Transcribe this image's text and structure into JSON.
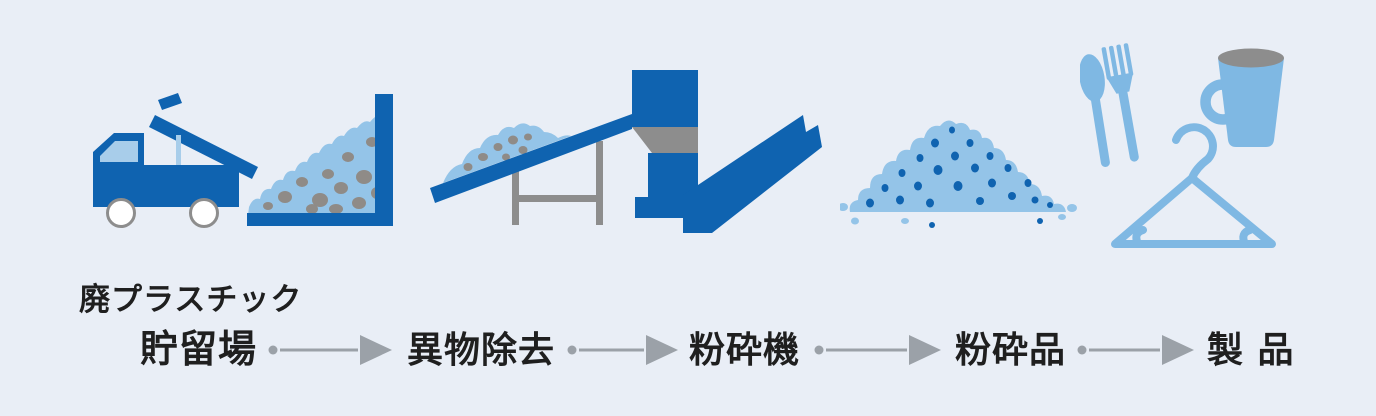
{
  "background": "#e9eef6",
  "colors": {
    "background": "#e9eef6",
    "primary_blue": "#0f63b0",
    "pile_blue": "#94c4e8",
    "product_blue": "#7fb8e3",
    "window_blue": "#a8cdea",
    "machine_gray": "#8d8d8d",
    "debris_gray": "#8f8b87",
    "arrow_gray": "#9ba1a8",
    "text_color": "#1f1f1f",
    "wheel_fill": "#ffffff"
  },
  "process_flow": {
    "direction": "left-to-right",
    "arrow_count": 4,
    "steps": [
      {
        "id": "storage",
        "label_line1": "廃プラスチック",
        "label_line2": "貯留場",
        "illustration": "dump-truck-unloading-waste-plastic-pile-with-debris-against-retaining-wall"
      },
      {
        "id": "foreign-matter-removal",
        "label": "異物除去",
        "illustration": "inclined-conveyor-carrying-waste-plastic-with-debris"
      },
      {
        "id": "crusher",
        "label": "粉砕機",
        "illustration": "crusher-machine-hopper-grinder-and-discharge-conveyor"
      },
      {
        "id": "crushed-product",
        "label": "粉砕品",
        "illustration": "pile-of-crushed-plastic-flakes"
      },
      {
        "id": "product",
        "label": "製 品",
        "illustration": "spoon-fork-mug-and-hanger"
      }
    ]
  }
}
